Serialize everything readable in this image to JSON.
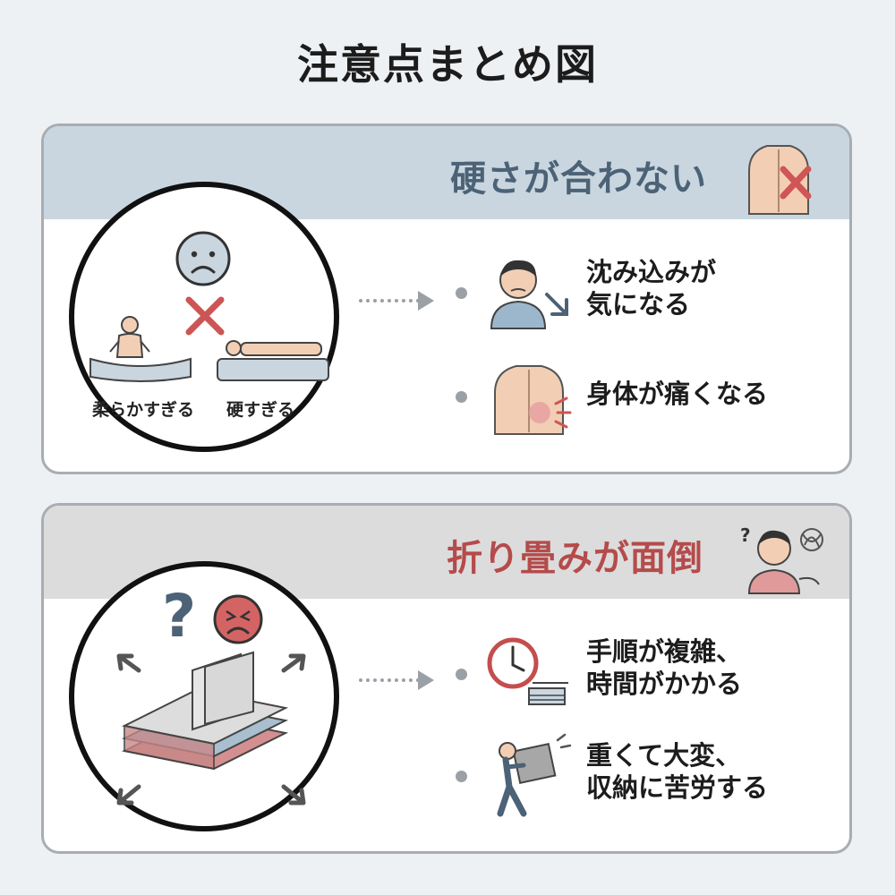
{
  "title": "注意点まとめ図",
  "panels": [
    {
      "header": "硬さが合わない",
      "labels": [
        "柔らかすぎる",
        "硬すぎる"
      ],
      "items": [
        {
          "line1": "沈み込みが",
          "line2": "気になる"
        },
        {
          "line1": "身体が痛くなる"
        }
      ]
    },
    {
      "header": "折り畳みが面倒",
      "items": [
        {
          "line1": "手順が複雑、",
          "line2": "時間がかかる"
        },
        {
          "line1": "重くて大変、",
          "line2": "収納に苦労する"
        }
      ]
    }
  ],
  "colors": {
    "accent_blue": "#4c6276",
    "accent_red": "#b54b4b"
  }
}
